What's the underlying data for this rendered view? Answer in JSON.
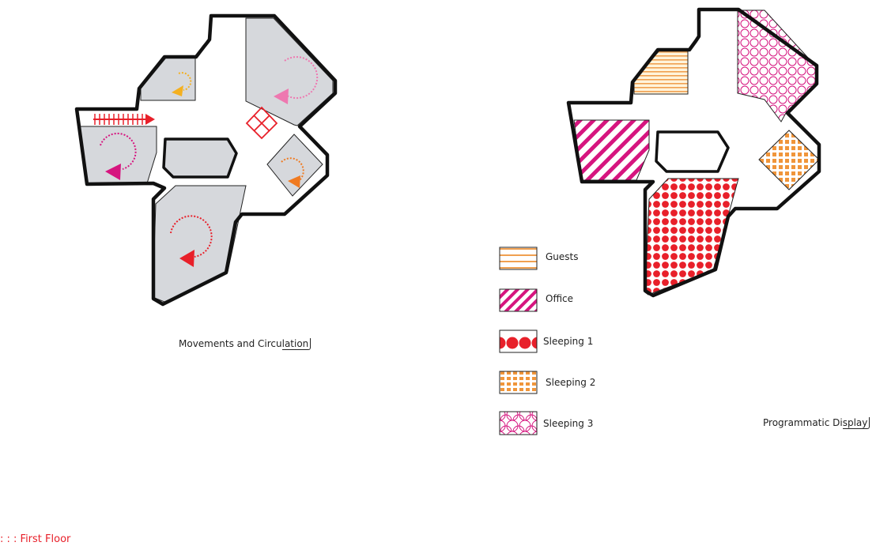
{
  "captions": {
    "left_main": "Movements and Circu",
    "left_tail": "lation",
    "right_main": "Programmatic Di",
    "right_tail": "splay"
  },
  "legend": [
    {
      "label": "Guests",
      "pattern": "horizontal-stripes",
      "color": "#f0a050"
    },
    {
      "label": "Office",
      "pattern": "diagonal-stripes",
      "color": "#d6157f"
    },
    {
      "label": "Sleeping 1",
      "pattern": "large-dots",
      "color": "#e8202a"
    },
    {
      "label": "Sleeping 2",
      "pattern": "grid-squares",
      "color": "#f0953a"
    },
    {
      "label": "Sleeping 3",
      "pattern": "circles",
      "color": "#d6157f"
    }
  ],
  "floor_label": ": : : First Floor",
  "colors": {
    "room_gray": "#d6d8dc",
    "wall": "#111111",
    "red": "#e8202a",
    "magenta": "#d6157f",
    "pink": "#ee78b0",
    "orange": "#f07a20",
    "yellow": "#f4b020"
  }
}
